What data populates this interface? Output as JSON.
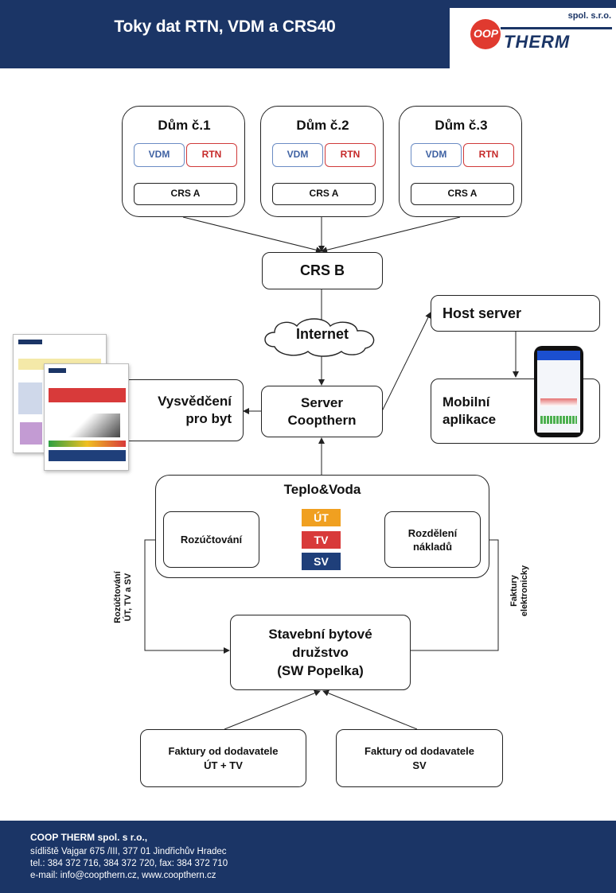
{
  "header": {
    "title": "Toky dat RTN, VDM a CRS40"
  },
  "logo": {
    "spol": "spol. s.r.o.",
    "coop": "OOP",
    "therm": "THERM"
  },
  "houses": [
    {
      "title": "Dům č.1",
      "vdm": "VDM",
      "rtn": "RTN",
      "crs": "CRS A"
    },
    {
      "title": "Dům č.2",
      "vdm": "VDM",
      "rtn": "RTN",
      "crs": "CRS A"
    },
    {
      "title": "Dům č.3",
      "vdm": "VDM",
      "rtn": "RTN",
      "crs": "CRS A"
    }
  ],
  "nodes": {
    "crs_b": "CRS B",
    "internet": "Internet",
    "host_server": "Host server",
    "server_line1": "Server",
    "server_line2": "Coopthern",
    "vysvedceni_line1": "Vysvědčení",
    "vysvedceni_line2": "pro byt",
    "mobil_line1": "Mobilní",
    "mobil_line2": "aplikace",
    "teplo_voda": "Teplo&Voda",
    "rozuctovani": "Rozúčtování",
    "rozdeleni_line1": "Rozdělení",
    "rozdeleni_line2": "nákladů",
    "ut": "ÚT",
    "tv": "TV",
    "sv": "SV",
    "sbd_line1": "Stavební bytové",
    "sbd_line2": "družstvo",
    "sbd_line3": "(SW Popelka)",
    "fakt1_line1": "Faktury od dodavatele",
    "fakt1_line2": "ÚT + TV",
    "fakt2_line1": "Faktury od dodavatele",
    "fakt2_line2": "SV"
  },
  "side_labels": {
    "left_line1": "Rozúčtování",
    "left_line2": "ÚT, TV a SV",
    "right_line1": "Faktury",
    "right_line2": "elektronicky"
  },
  "footer": {
    "company": "COOP THERM spol. s r.o.,",
    "address": "sídliště Vajgar 675 /III, 377 01 Jindřichův Hradec",
    "phone": "tel.: 384 372 716, 384 372 720, fax: 384 372 710",
    "contact": "e-mail: info@coopthern.cz, www.coopthern.cz"
  },
  "colors": {
    "brand_blue": "#1b3566",
    "ut": "#f0a020",
    "tv": "#d83a3a",
    "sv": "#1f3f7a",
    "vdm": "#3f62a3",
    "rtn": "#c62a2a"
  }
}
